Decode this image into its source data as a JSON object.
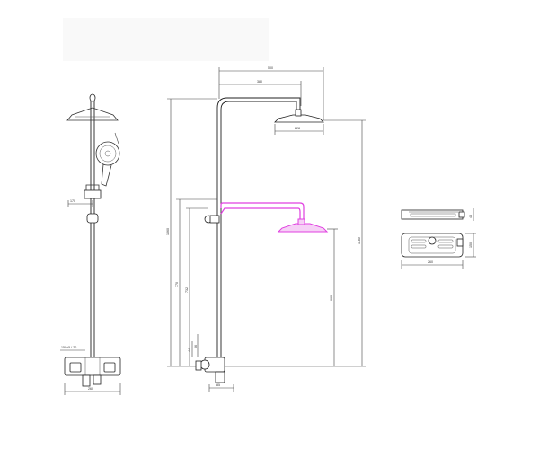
{
  "colors": {
    "line": "#333333",
    "highlight": "#e040e0",
    "background": "#ffffff"
  },
  "left_view": {
    "dims": {
      "arm_offset": "170",
      "diverter": "150+5 /-20",
      "base_width": "260"
    }
  },
  "center_view": {
    "dims": {
      "arm_total": "500",
      "arm_inner": "380",
      "head_diameter": "228",
      "total_height": "1060",
      "right_height": "1180",
      "mid_height": "770",
      "inner_height": "732",
      "head_drop": "660",
      "lower_a": "44",
      "lower_b": "66",
      "base_width": "85"
    }
  },
  "right_view": {
    "dims": {
      "shelf_width": "260",
      "shelf_depth": "150",
      "side_height": "48"
    }
  }
}
